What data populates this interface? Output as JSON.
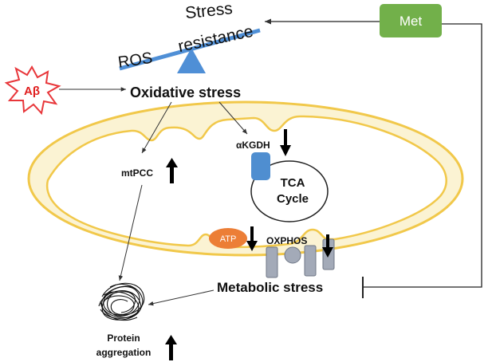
{
  "labels": {
    "stress_line1": "Stress",
    "stress_line2": "resistance",
    "ros": "ROS",
    "abeta": "Aβ",
    "oxidative_stress": "Oxidative stress",
    "met": "Met",
    "akgdh": "αKGDH",
    "tca_line1": "TCA",
    "tca_line2": "Cycle",
    "mtpcc": "mtPCC",
    "atp": "ATP",
    "oxphos": "OXPHOS",
    "metabolic_stress": "Metabolic stress",
    "protein_line1": "Protein",
    "protein_line2": "aggregation"
  },
  "colors": {
    "mito_fill": "#fbf3d3",
    "mito_stroke": "#f1c84a",
    "balance": "#4f8fd6",
    "abeta_star_stroke": "#e8363a",
    "abeta_text": "#e02020",
    "met_fill": "#72b04a",
    "akgdh_fill": "#4f8ed0",
    "atp_fill": "#ec7e36",
    "oxphos_fill": "#a3aab8",
    "oxphos_stroke": "#6f7786"
  },
  "icons": {
    "up_arrow": "bold-up-arrow-icon",
    "down_arrow": "bold-down-arrow-icon",
    "tangle": "protein-tangle-icon"
  }
}
